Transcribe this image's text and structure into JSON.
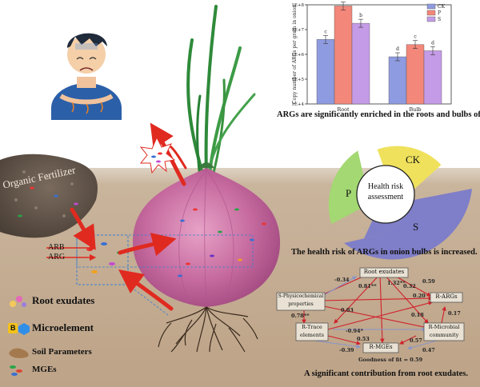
{
  "chart_data": {
    "type": "bar",
    "categories": [
      "Root",
      "Bulb"
    ],
    "series": [
      {
        "name": "CK",
        "values": [
          4000000.0,
          800000.0
        ],
        "color": "#8f9be0"
      },
      {
        "name": "P",
        "values": [
          90000000.0,
          2500000.0
        ],
        "color": "#f2877a"
      },
      {
        "name": "S",
        "values": [
          18000000.0,
          1400000.0
        ],
        "color": "#c49be6"
      }
    ],
    "significance": [
      [
        "c",
        "a",
        "b"
      ],
      [
        "d",
        "c",
        "d"
      ]
    ],
    "ylabel": "Copy number of ARGs per gram in onion",
    "yscale": "log",
    "ylim": [
      10000.0,
      100000000.0
    ],
    "yticks": [
      "1E+4",
      "1E+5",
      "1E+6",
      "1E+7",
      "1E+8"
    ],
    "legend_position": "top-right"
  },
  "chart_caption": "ARGs are significantly enriched in the roots and bulbs of onions.",
  "risk": {
    "center_line1": "Health risk",
    "center_line2": "assessment",
    "segments": [
      {
        "label": "CK",
        "color": "#efe15c"
      },
      {
        "label": "P",
        "color": "#a3d872"
      },
      {
        "label": "S",
        "color": "#7f7ec8"
      }
    ],
    "caption": "The health risk of ARGs in onion bulbs is increased."
  },
  "path_model": {
    "nodes": {
      "root_exudates": "Root exudates",
      "soil_props_1": "S-Physicochemical",
      "soil_props_2": "properties",
      "r_args": "R-ARGs",
      "r_trace_1": "R-Trace",
      "r_trace_2": "elements",
      "r_microbial_1": "R-Microbial",
      "r_microbial_2": "community",
      "r_mges": "R-MGEs"
    },
    "coefficients": [
      "-0.34",
      "0.81**",
      "1.32**",
      "0.32",
      "0.59",
      "0.20",
      "0.78**",
      "0.03",
      "0.18",
      "0.17",
      "-0.94*",
      "0.53",
      "0.57",
      "-0.39",
      "0.47"
    ],
    "goodness": "Goodness of fit = 0.59",
    "caption": "A significant contribution from root exudates."
  },
  "diagram": {
    "fertilizer_label": "Organic Fertilizer",
    "arb_label": "ARB",
    "arg_label": "ARG"
  },
  "legend": [
    {
      "label": "Root exudates"
    },
    {
      "label": "Microelement",
      "badge": "B"
    },
    {
      "label": "Soil Parameters"
    },
    {
      "label": "MGEs"
    }
  ],
  "colors": {
    "soil": "#c9b49c",
    "onion": "#c4699f",
    "arrow_red": "#e02a20",
    "leaf_green": "#2f8a3a"
  }
}
